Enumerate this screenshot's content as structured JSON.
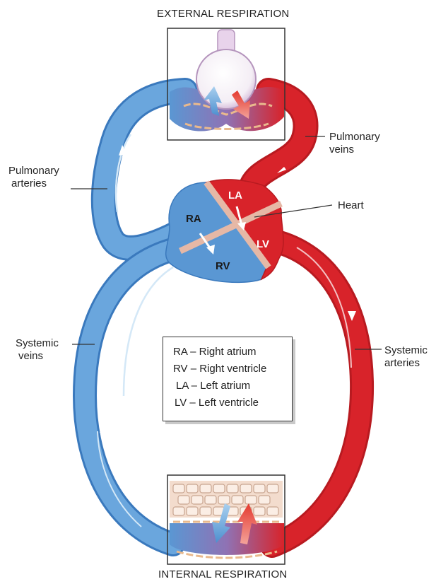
{
  "labels": {
    "top_title": "EXTERNAL RESPIRATION",
    "bottom_title": "INTERNAL RESPIRATION",
    "pulmonary_arteries": [
      "Pulmonary",
      "arteries"
    ],
    "pulmonary_veins": [
      "Pulmonary",
      "veins"
    ],
    "heart": "Heart",
    "systemic_veins": [
      "Systemic",
      "veins"
    ],
    "systemic_arteries": [
      "Systemic",
      "arteries"
    ]
  },
  "chambers": {
    "ra": "RA",
    "rv": "RV",
    "la": "LA",
    "lv": "LV"
  },
  "legend": [
    "RA – Right atrium",
    "RV – Right ventricle",
    "LA – Left atrium",
    "LV – Left ventricle"
  ],
  "colors": {
    "oxygenated": "#d8232a",
    "deoxygenated": "#5a97d3",
    "septum": "#e6b8a6",
    "lung": "#c8a9cb",
    "tissue": "#f3dccd"
  }
}
